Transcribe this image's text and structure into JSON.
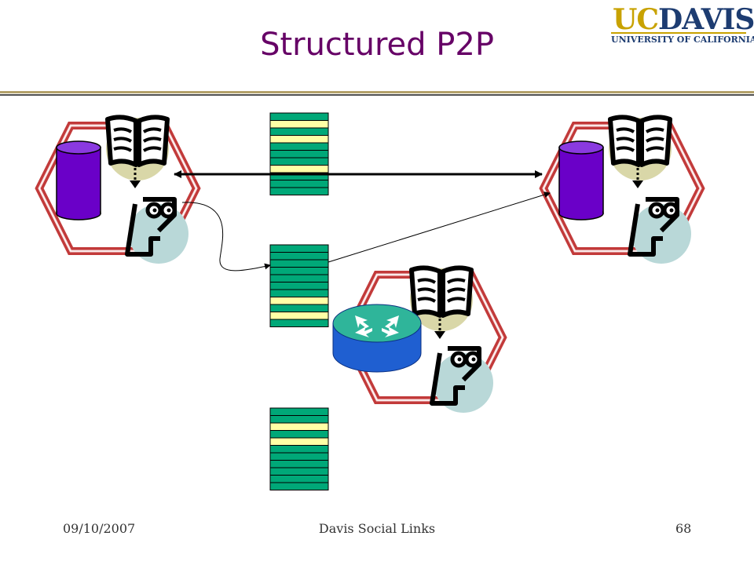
{
  "slide": {
    "title": "Structured P2P",
    "logo": {
      "uc": "UC",
      "davis": "DAVIS",
      "university": "UNIVERSITY OF CALIFORNIA"
    },
    "footer": {
      "date": "09/10/2007",
      "center": "Davis Social Links",
      "page": "68"
    }
  },
  "colors": {
    "title": "#660066",
    "table_green": "#00a878",
    "table_yellow": "#ffffa6",
    "database": "#6a00c8",
    "router": "#1f5fd1",
    "hexagon": "#c23a3a",
    "book_circle": "#d9d7a8",
    "person_circle": "#b9d8d8"
  },
  "icons": [
    "database-icon",
    "book-icon",
    "person-icon",
    "router-icon",
    "hexagon-frame-icon",
    "routing-table-icon"
  ],
  "routing_tables": [
    {
      "rows": [
        "green",
        "yellow",
        "green",
        "yellow",
        "green",
        "green",
        "green",
        "yellow",
        "green",
        "green",
        "green"
      ]
    },
    {
      "rows": [
        "green",
        "green",
        "green",
        "green",
        "green",
        "green",
        "green",
        "yellow",
        "green",
        "yellow",
        "green"
      ]
    },
    {
      "rows": [
        "green",
        "green",
        "yellow",
        "green",
        "yellow",
        "green",
        "green",
        "green",
        "green",
        "green",
        "green"
      ]
    }
  ]
}
